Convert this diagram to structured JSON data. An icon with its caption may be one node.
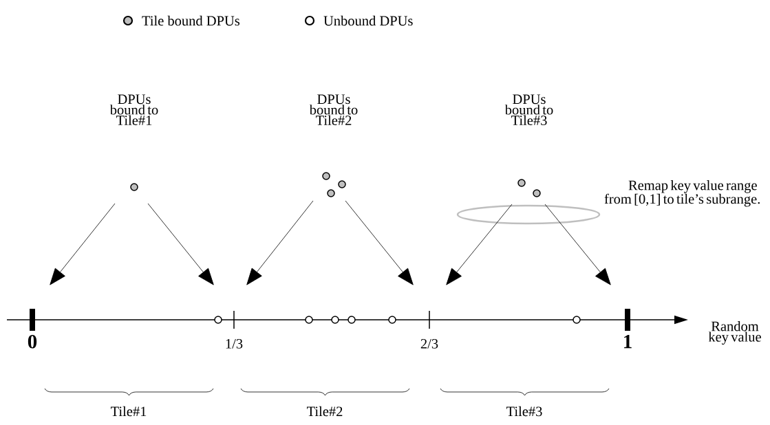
{
  "diagram": {
    "nodes": [
      {
        "text": [
          "DPUs bound to Tile#1"
        ]
      },
      {
        "text": [
          "DPUs bound to Tile#2"
        ]
      },
      {
        "text": [
          "DPUs bound to Tile#3"
        ]
      },
      {
        "text": [
          "0"
        ]
      },
      {
        "text": [
          "1/3"
        ]
      },
      {
        "text": [
          "2/3"
        ]
      },
      {
        "text": [
          "1"
        ]
      }
    ],
    "edges": [
      {
        "from": 0,
        "to": 3,
        "arrow": "to"
      },
      {
        "from": 0,
        "to": 4,
        "arrow": "to"
      },
      {
        "from": 1,
        "to": 4,
        "arrow": "to"
      },
      {
        "from": 1,
        "to": 5,
        "arrow": "to"
      },
      {
        "from": 2,
        "to": 5,
        "arrow": "to"
      },
      {
        "from": 2,
        "to": 6,
        "arrow": "to"
      }
    ],
    "labels": [
      "Remap key value range from [0,1] to tile’s subrange.",
      "Random key value",
      "Tile#1",
      "Tile#2",
      "Tile#3"
    ],
    "legend": [
      {
        "text": "Tile bound DPUs"
      },
      {
        "text": "Unbound DPUs"
      }
    ]
  }
}
